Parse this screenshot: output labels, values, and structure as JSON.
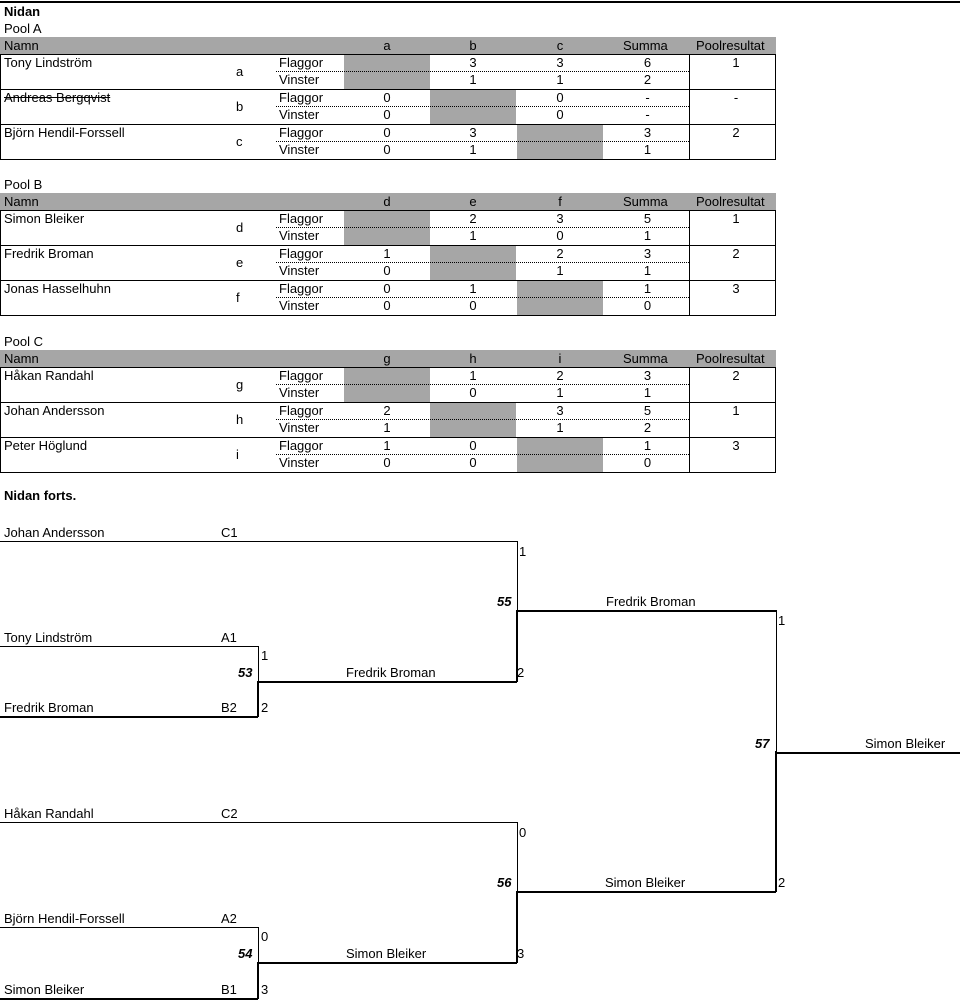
{
  "page_title": "Nidan",
  "pools": [
    {
      "name": "Pool A",
      "header": {
        "name_col": "Namn",
        "cols": [
          "a",
          "b",
          "c"
        ],
        "sum": "Summa",
        "result": "Poolresultat"
      },
      "rows": [
        {
          "name": "Tony Lindström",
          "letter": "a",
          "flags_label": "Flaggor",
          "wins_label": "Vinster",
          "flags": [
            "",
            "3",
            "3"
          ],
          "flags_sum": "6",
          "wins": [
            "",
            "1",
            "1"
          ],
          "wins_sum": "2",
          "result": "1",
          "struck": false
        },
        {
          "name": "Andreas Bergqvist",
          "letter": "b",
          "flags_label": "Flaggor",
          "wins_label": "Vinster",
          "flags": [
            "0",
            "",
            "0"
          ],
          "flags_sum": "-",
          "wins": [
            "0",
            "",
            "0"
          ],
          "wins_sum": "-",
          "result": "-",
          "struck": true
        },
        {
          "name": "Björn Hendil-Forssell",
          "letter": "c",
          "flags_label": "Flaggor",
          "wins_label": "Vinster",
          "flags": [
            "0",
            "3",
            ""
          ],
          "flags_sum": "3",
          "wins": [
            "0",
            "1",
            ""
          ],
          "wins_sum": "1",
          "result": "2",
          "struck": false
        }
      ]
    },
    {
      "name": "Pool B",
      "header": {
        "name_col": "Namn",
        "cols": [
          "d",
          "e",
          "f"
        ],
        "sum": "Summa",
        "result": "Poolresultat"
      },
      "rows": [
        {
          "name": "Simon Bleiker",
          "letter": "d",
          "flags_label": "Flaggor",
          "wins_label": "Vinster",
          "flags": [
            "",
            "2",
            "3"
          ],
          "flags_sum": "5",
          "wins": [
            "",
            "1",
            "0"
          ],
          "wins_sum": "1",
          "result": "1",
          "struck": false
        },
        {
          "name": "Fredrik Broman",
          "letter": "e",
          "flags_label": "Flaggor",
          "wins_label": "Vinster",
          "flags": [
            "1",
            "",
            "2"
          ],
          "flags_sum": "3",
          "wins": [
            "0",
            "",
            "1"
          ],
          "wins_sum": "1",
          "result": "2",
          "struck": false
        },
        {
          "name": "Jonas Hasselhuhn",
          "letter": "f",
          "flags_label": "Flaggor",
          "wins_label": "Vinster",
          "flags": [
            "0",
            "1",
            ""
          ],
          "flags_sum": "1",
          "wins": [
            "0",
            "0",
            ""
          ],
          "wins_sum": "0",
          "result": "3",
          "struck": false
        }
      ]
    },
    {
      "name": "Pool C",
      "header": {
        "name_col": "Namn",
        "cols": [
          "g",
          "h",
          "i"
        ],
        "sum": "Summa",
        "result": "Poolresultat"
      },
      "rows": [
        {
          "name": "Håkan Randahl",
          "letter": "g",
          "flags_label": "Flaggor",
          "wins_label": "Vinster",
          "flags": [
            "",
            "1",
            "2"
          ],
          "flags_sum": "3",
          "wins": [
            "",
            "0",
            "1"
          ],
          "wins_sum": "1",
          "result": "2",
          "struck": false
        },
        {
          "name": "Johan Andersson",
          "letter": "h",
          "flags_label": "Flaggor",
          "wins_label": "Vinster",
          "flags": [
            "2",
            "",
            "3"
          ],
          "flags_sum": "5",
          "wins": [
            "1",
            "",
            "1"
          ],
          "wins_sum": "2",
          "result": "1",
          "struck": false
        },
        {
          "name": "Peter Höglund",
          "letter": "i",
          "flags_label": "Flaggor",
          "wins_label": "Vinster",
          "flags": [
            "1",
            "0",
            ""
          ],
          "flags_sum": "1",
          "wins": [
            "0",
            "0",
            ""
          ],
          "wins_sum": "0",
          "result": "3",
          "struck": false
        }
      ]
    }
  ],
  "bracket": {
    "title": "Nidan forts.",
    "entries": [
      {
        "name": "Johan Andersson",
        "seed": "C1"
      },
      {
        "name": "Tony Lindström",
        "seed": "A1"
      },
      {
        "name": "Fredrik Broman",
        "seed": "B2",
        "score": "2"
      },
      {
        "name": "Håkan Randahl",
        "seed": "C2"
      },
      {
        "name": "Björn Hendil-Forssell",
        "seed": "A2"
      },
      {
        "name": "Simon Bleiker",
        "seed": "B1",
        "score": "3"
      }
    ],
    "matches": [
      {
        "number": "53",
        "winner": "Fredrik Broman",
        "score_top": "1",
        "score_winner": "2"
      },
      {
        "number": "54",
        "winner": "Simon Bleiker",
        "score_top": "0",
        "score_winner": "3"
      },
      {
        "number": "55",
        "winner": "Fredrik Broman",
        "score_top": "1",
        "score_winner": "1"
      },
      {
        "number": "56",
        "winner": "Simon Bleiker",
        "score_top": "0",
        "score_winner": "2"
      },
      {
        "number": "57",
        "winner": "Simon Bleiker"
      }
    ]
  }
}
